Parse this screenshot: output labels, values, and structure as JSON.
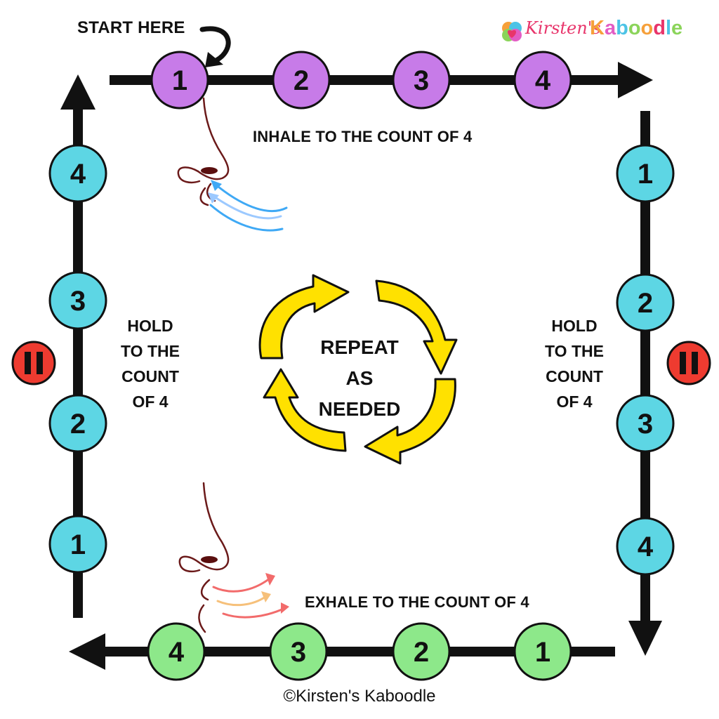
{
  "header": {
    "start_label": "START HERE"
  },
  "logo": {
    "script_text": "Kirsten's",
    "main_text": "Kaboodle"
  },
  "sides": {
    "top": {
      "caption": "INHALE TO THE COUNT OF 4",
      "counts": [
        "1",
        "2",
        "3",
        "4"
      ],
      "color": "#c77be8"
    },
    "right": {
      "caption_lines": [
        "HOLD",
        "TO THE",
        "COUNT",
        "OF 4"
      ],
      "counts": [
        "1",
        "2",
        "3",
        "4"
      ],
      "color": "#5dd6e4"
    },
    "bottom": {
      "caption": "EXHALE TO THE COUNT OF 4",
      "counts": [
        "1",
        "2",
        "3",
        "4"
      ],
      "color": "#8de88a"
    },
    "left": {
      "caption_lines": [
        "HOLD",
        "TO THE",
        "COUNT",
        "OF 4"
      ],
      "counts": [
        "1",
        "2",
        "3",
        "4"
      ],
      "color": "#5dd6e4"
    }
  },
  "center": {
    "lines": [
      "REPEAT",
      "AS",
      "NEEDED"
    ],
    "arrow_color": "#ffe100"
  },
  "pause_icon_color": "#ee3b30",
  "footer": {
    "copyright": "©Kirsten's Kaboodle"
  }
}
